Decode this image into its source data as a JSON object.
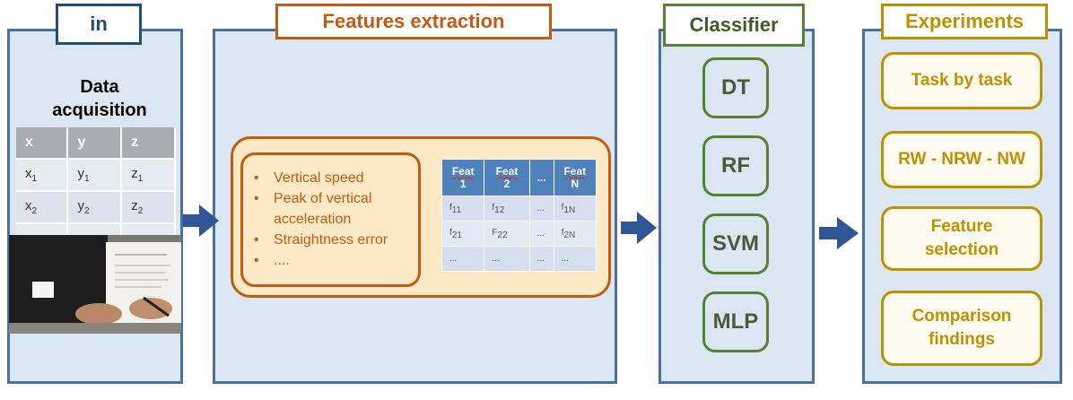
{
  "input": {
    "title": "in",
    "heading": "Data acquisition",
    "headers": [
      "x",
      "y",
      "z"
    ],
    "rows": [
      [
        [
          "x",
          "1"
        ],
        [
          "y",
          "1"
        ],
        [
          "z",
          "1"
        ]
      ],
      [
        [
          "x",
          "2"
        ],
        [
          "y",
          "2"
        ],
        [
          "z",
          "2"
        ]
      ],
      [
        [
          "..",
          ""
        ],
        [
          "...",
          ""
        ],
        [
          "...",
          ""
        ]
      ]
    ]
  },
  "features": {
    "title": "Features extraction",
    "list": [
      "Vertical  speed",
      "Peak  of vertical acceleration",
      "Straightness  error",
      "...."
    ],
    "table_headers": [
      [
        "Feat",
        "1"
      ],
      [
        "Feat",
        "2"
      ],
      [
        "...",
        ""
      ],
      [
        "Feat",
        "N"
      ]
    ],
    "table_rows": [
      [
        [
          "f",
          "11"
        ],
        [
          "f",
          "12"
        ],
        [
          "...",
          ""
        ],
        [
          "f",
          "1N"
        ]
      ],
      [
        [
          "f",
          "21"
        ],
        [
          "F",
          "22"
        ],
        [
          "...",
          ""
        ],
        [
          "f",
          "2N"
        ]
      ],
      [
        [
          "...",
          ""
        ],
        [
          "...",
          ""
        ],
        [
          "...",
          ""
        ],
        [
          "...",
          ""
        ]
      ]
    ]
  },
  "classifier": {
    "title": "Classifier",
    "items": [
      "DT",
      "RF",
      "SVM",
      "MLP"
    ]
  },
  "experiments": {
    "title": "Experiments",
    "items": [
      "Task by task",
      "RW - NRW - NW",
      "Feature selection",
      "Comparison findings"
    ]
  },
  "colors": {
    "panel_fill": "#dbe6f3",
    "panel_border": "#4a6fa1",
    "features_accent": "#c55a11",
    "classifier_accent": "#548235",
    "experiments_accent": "#bf9000",
    "input_accent": "#1f4e79",
    "arrow": "#2f5597"
  }
}
